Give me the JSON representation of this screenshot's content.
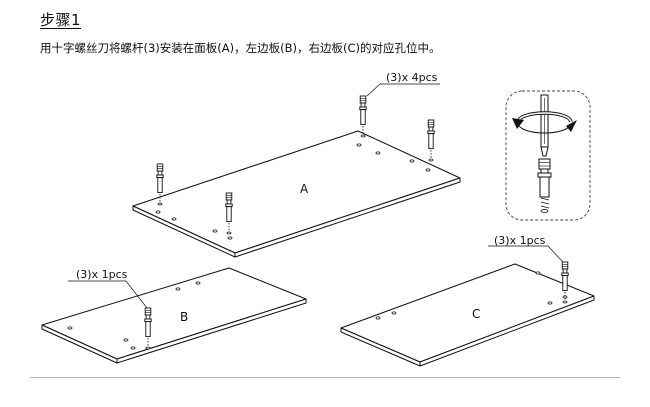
{
  "step": {
    "title": "步骤1",
    "instruction": "用十字螺丝刀将螺杆(3)安装在面板(A)，左边板(B)，右边板(C)的对应孔位中。"
  },
  "panels": {
    "a": {
      "label": "A",
      "callout": "(3)x 4pcs"
    },
    "b": {
      "label": "B",
      "callout": "(3)x 1pcs"
    },
    "c": {
      "label": "C",
      "callout": "(3)x 1pcs"
    }
  },
  "detail": {
    "icon": "screwdriver-rotation-icon"
  },
  "colors": {
    "line": "#111111",
    "rule": "#b5b5b5"
  }
}
